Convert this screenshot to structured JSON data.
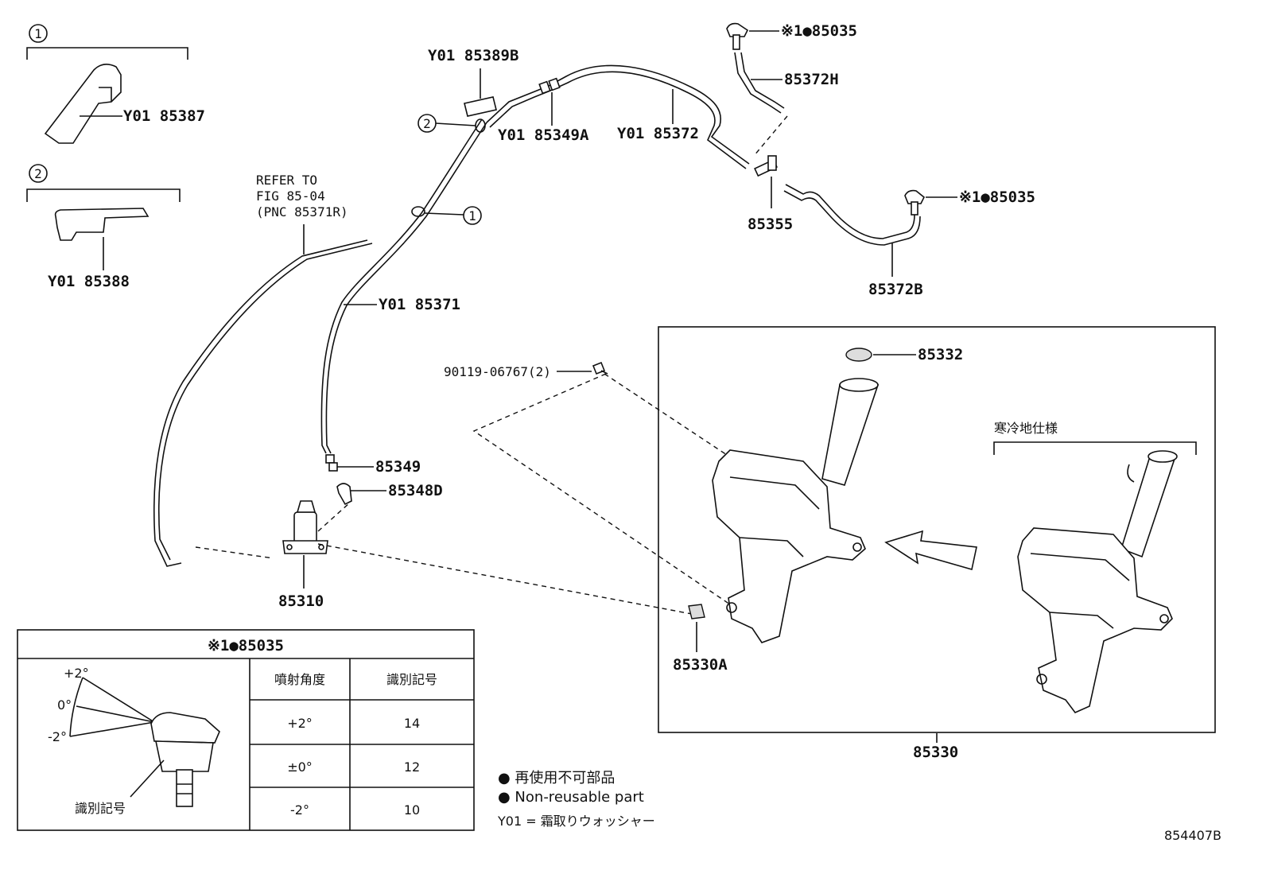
{
  "callouts": {
    "c1": "1",
    "c2": "2"
  },
  "labels": {
    "p85387": "Y01 85387",
    "p85388": "Y01 85388",
    "refer_1": "REFER TO",
    "refer_2": "FIG 85-04",
    "refer_3": "(PNC 85371R)",
    "p85389b": "Y01 85389B",
    "p85349a": "Y01 85349A",
    "p85372": "Y01 85372",
    "p85371": "Y01 85371",
    "p85035_top": "※1●85035",
    "p85372h": "85372H",
    "p85355": "85355",
    "p85035_right": "※1●85035",
    "p85372b": "85372B",
    "p85332": "85332",
    "p90119": "90119-06767(2)",
    "p85349": "85349",
    "p85348d": "85348D",
    "p85310": "85310",
    "p85330a": "85330A",
    "p85330": "85330",
    "cold_spec": "寒冷地仕様"
  },
  "nozzle_table": {
    "title": "※1●85035",
    "header_angle": "噴射角度",
    "header_id": "識別記号",
    "rows": [
      {
        "angle": "+2°",
        "id": "14"
      },
      {
        "angle": "±0°",
        "id": "12"
      },
      {
        "angle": "-2°",
        "id": "10"
      }
    ],
    "angle_plus": "+2°",
    "angle_zero": "0°",
    "angle_minus": "-2°",
    "id_mark_label": "識別記号"
  },
  "legend": {
    "non_reusable_jp": "● 再使用不可部品",
    "non_reusable_en": "● Non-reusable part",
    "y01_note": "Y01 = 霜取りウォッシャー"
  },
  "figure_id": "854407B"
}
